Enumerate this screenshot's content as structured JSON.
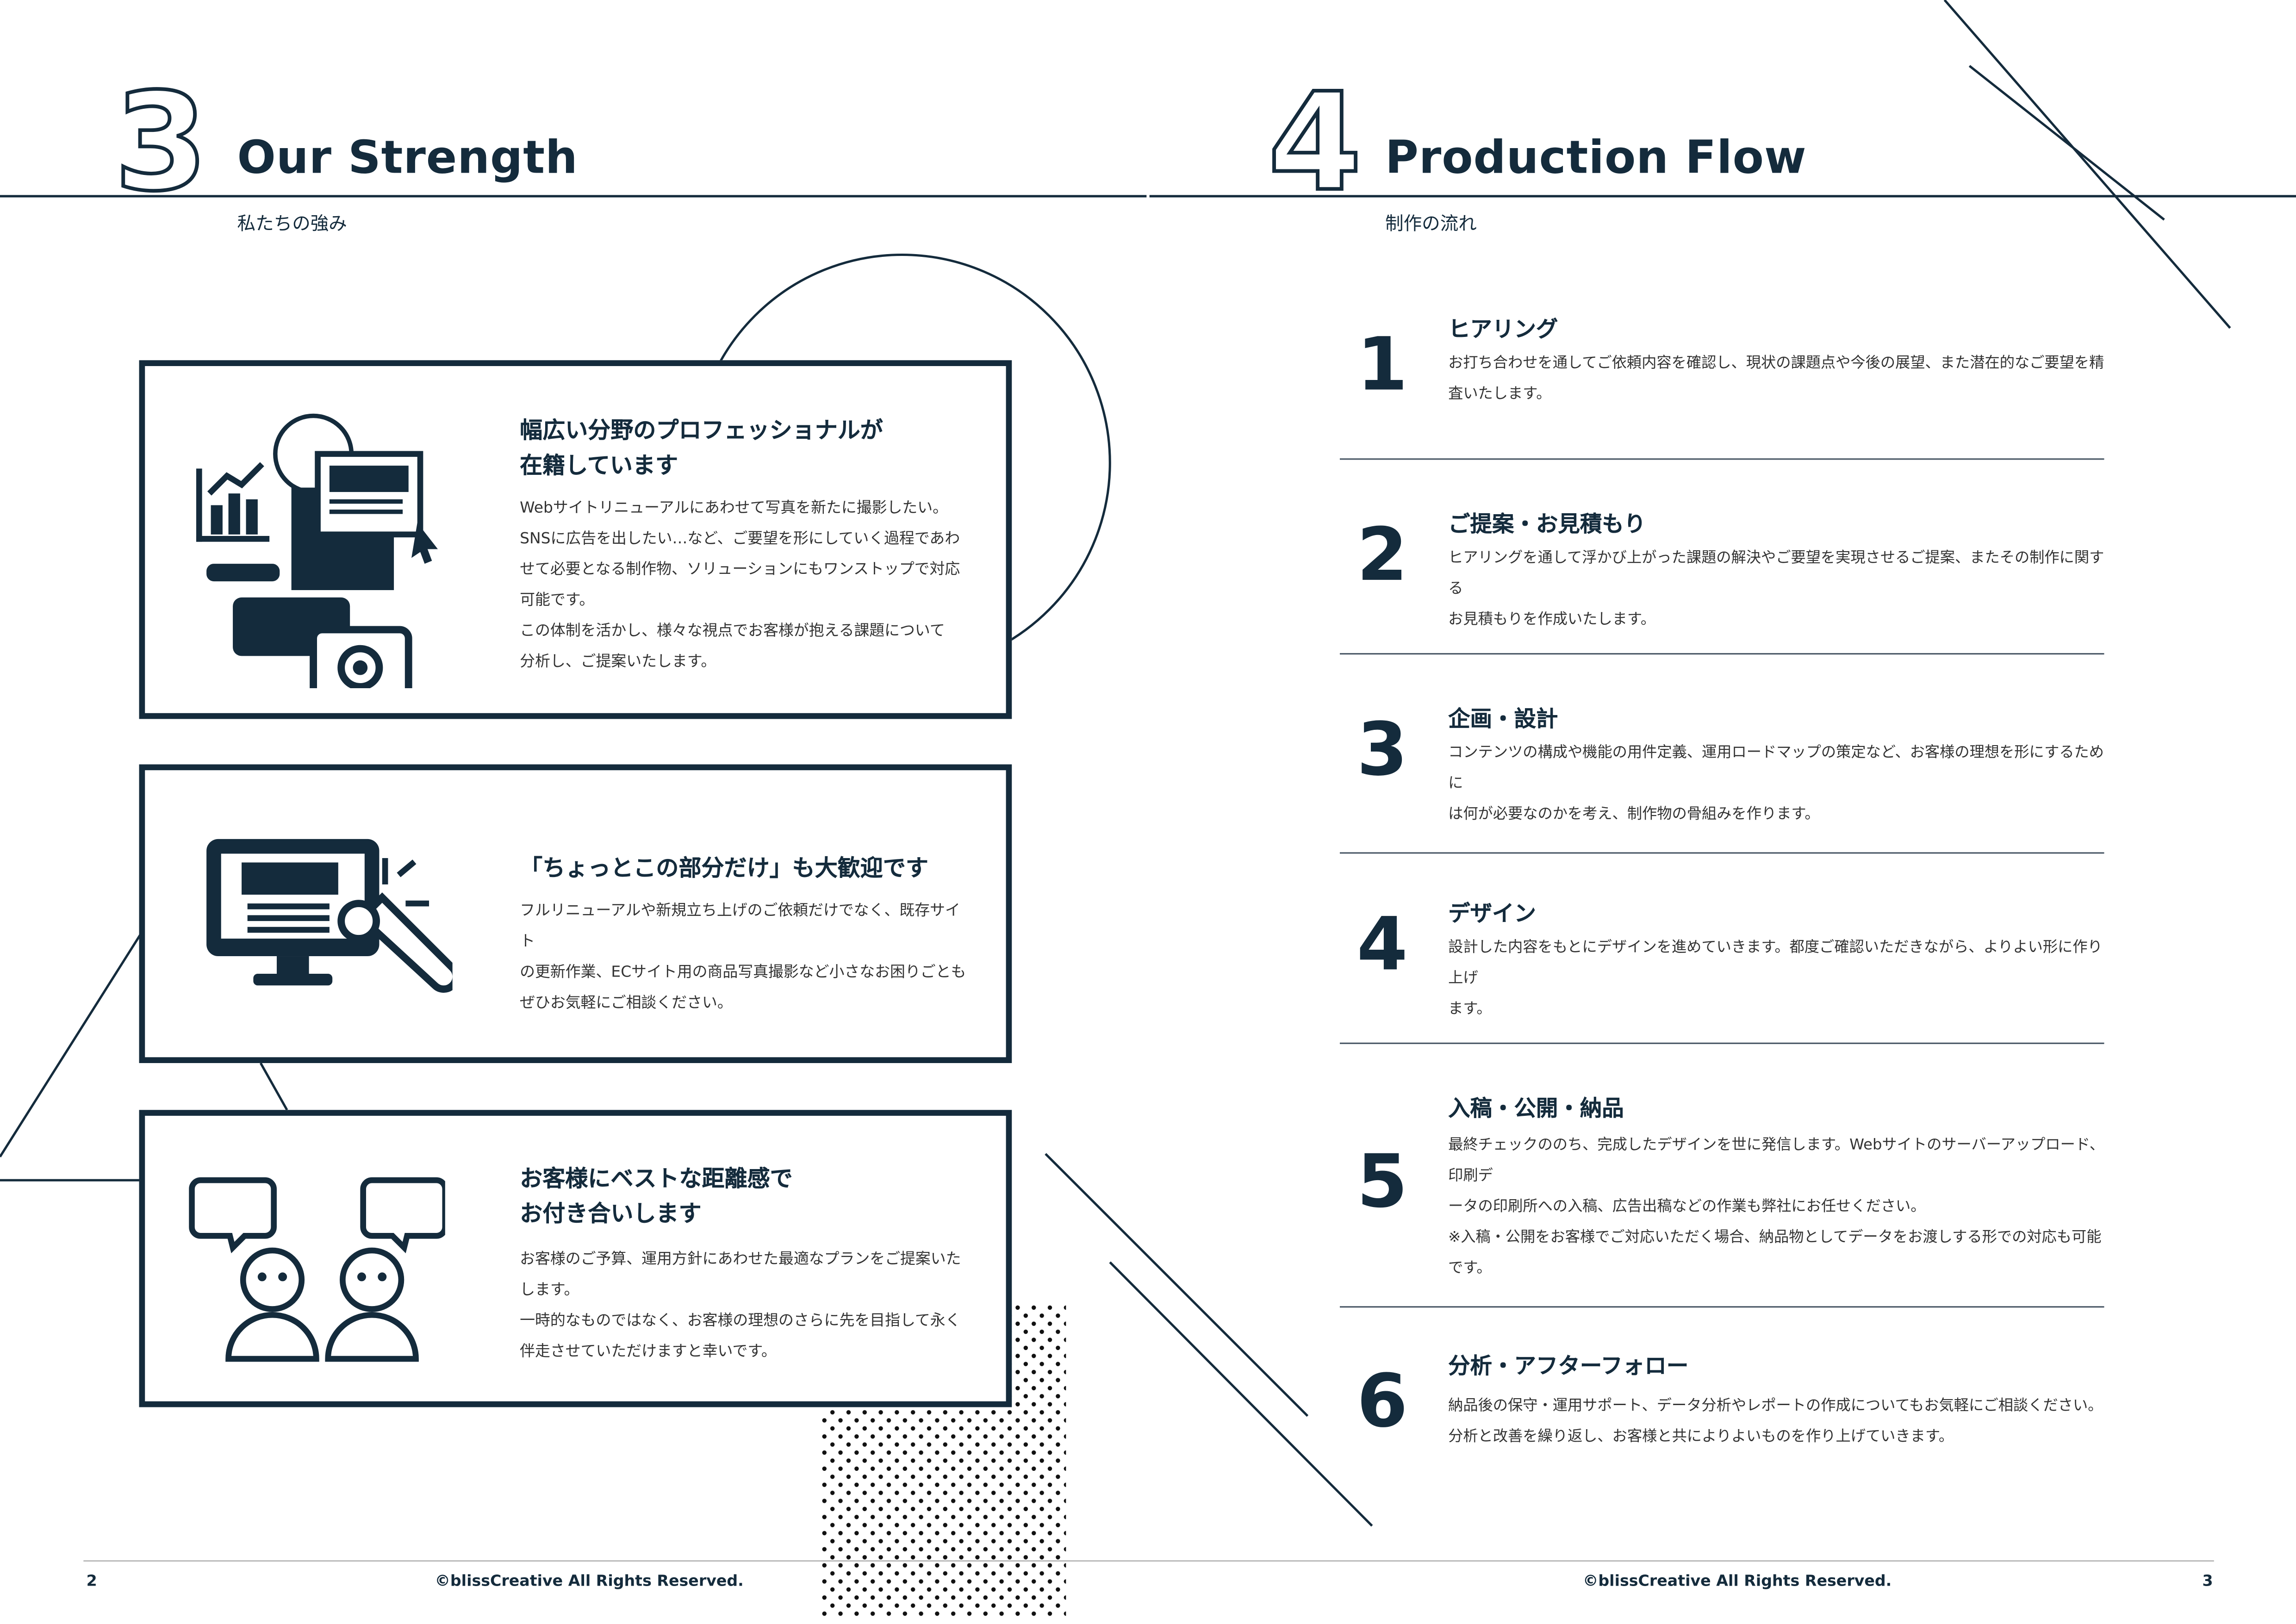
{
  "colors": {
    "primary": "#142b3c",
    "text": "#333333",
    "background": "#ffffff"
  },
  "left_page": {
    "section_number": "3",
    "title": "Our Strength",
    "subtitle": "私たちの強み",
    "cards": [
      {
        "icon": "media-production-icon",
        "title_lines": [
          "幅広い分野のプロフェッショナルが",
          "在籍しています"
        ],
        "body_lines": [
          "Webサイトリニューアルにあわせて写真を新たに撮影したい。",
          "SNSに広告を出したい…など、ご要望を形にしていく過程であわ",
          "せて必要となる制作物、ソリューションにもワンストップで対応",
          "可能です。",
          "この体制を活かし、様々な視点でお客様が抱える課題について",
          "分析し、ご提案いたします。"
        ]
      },
      {
        "icon": "monitor-wrench-icon",
        "title_lines": [
          "「ちょっとこの部分だけ」も大歓迎です"
        ],
        "body_lines": [
          "フルリニューアルや新規立ち上げのご依頼だけでなく、既存サイト",
          "の更新作業、ECサイト用の商品写真撮影など小さなお困りごとも",
          "ぜひお気軽にご相談ください。"
        ]
      },
      {
        "icon": "people-chat-icon",
        "title_lines": [
          "お客様にベストな距離感で",
          "お付き合いします"
        ],
        "body_lines": [
          "お客様のご予算、運用方針にあわせた最適なプランをご提案いた",
          "します。",
          "一時的なものではなく、お客様の理想のさらに先を目指して永く",
          "伴走させていただけますと幸いです。"
        ]
      }
    ],
    "page_number": "2",
    "copyright": "©blissCreative All Rights Reserved."
  },
  "right_page": {
    "section_number": "4",
    "title": "Production Flow",
    "subtitle": "制作の流れ",
    "steps": [
      {
        "number": "1",
        "title": "ヒアリング",
        "body_lines": [
          "お打ち合わせを通してご依頼内容を確認し、現状の課題点や今後の展望、また潜在的なご要望を精",
          "査いたします。"
        ]
      },
      {
        "number": "2",
        "title": "ご提案・お見積もり",
        "body_lines": [
          "ヒアリングを通して浮かび上がった課題の解決やご要望を実現させるご提案、またその制作に関する",
          "お見積もりを作成いたします。"
        ]
      },
      {
        "number": "3",
        "title": "企画・設計",
        "body_lines": [
          "コンテンツの構成や機能の用件定義、運用ロードマップの策定など、お客様の理想を形にするために",
          "は何が必要なのかを考え、制作物の骨組みを作ります。"
        ]
      },
      {
        "number": "4",
        "title": "デザイン",
        "body_lines": [
          "設計した内容をもとにデザインを進めていきます。都度ご確認いただきながら、よりよい形に作り上げ",
          "ます。"
        ]
      },
      {
        "number": "5",
        "title": "入稿・公開・納品",
        "body_lines": [
          "最終チェックののち、完成したデザインを世に発信します。Webサイトのサーバーアップロード、印刷デ",
          "ータの印刷所への入稿、広告出稿などの作業も弊社にお任せください。",
          "※入稿・公開をお客様でご対応いただく場合、納品物としてデータをお渡しする形での対応も可能",
          "です。"
        ]
      },
      {
        "number": "6",
        "title": "分析・アフターフォロー",
        "body_lines": [
          "納品後の保守・運用サポート、データ分析やレポートの作成についてもお気軽にご相談ください。",
          "分析と改善を繰り返し、お客様と共によりよいものを作り上げていきます。"
        ]
      }
    ],
    "page_number": "3",
    "copyright": "©blissCreative All Rights Reserved."
  }
}
